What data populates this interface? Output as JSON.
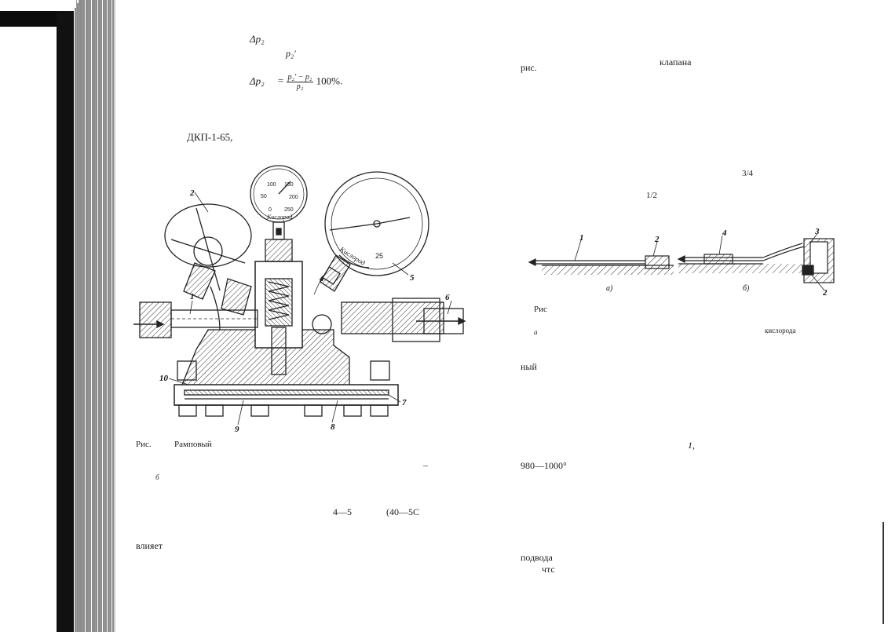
{
  "left_page": {
    "formula1_lhs": "Δp₂",
    "formula1_sub": "p₂′",
    "formula2_lhs": "Δp₂",
    "formula2_eq": "=",
    "formula2_num": "p₂′ − p₂",
    "formula2_den": "p₂",
    "formula2_tail": "100%.",
    "model": "ДКП-1-65,",
    "figure_labels": [
      "1",
      "2",
      "4",
      "5",
      "6",
      "7",
      "8",
      "9",
      "10"
    ],
    "gauge_small_ticks": [
      "100",
      "150",
      "50",
      "200",
      "0",
      "250"
    ],
    "gauge_small_name": "Кислород",
    "gauge_large_mark": "25",
    "gauge_large_name": "Кислород",
    "caption_prefix": "Рис.",
    "caption_text": "Рамповый",
    "note_dash": "–",
    "note_small": "б",
    "range_a": "4—5",
    "range_b": "(40—5С",
    "word_bottom": "влияет"
  },
  "right_page": {
    "ris_top": "рис.",
    "valve_word": "клапана",
    "frac_three_quarter": "3/4",
    "frac_half": "1/2",
    "figure_labels": [
      "1",
      "2",
      "4",
      "3",
      "2"
    ],
    "sub_a": "а)",
    "sub_b": "б)",
    "caption_prefix": "Рис",
    "caption_a": "а",
    "oxygen_word": "кислорода",
    "nyi_word": "ный",
    "item_one": "1,",
    "temp_range": "980—1000°",
    "supply_word": "подвода",
    "chto_word": "чтс"
  }
}
